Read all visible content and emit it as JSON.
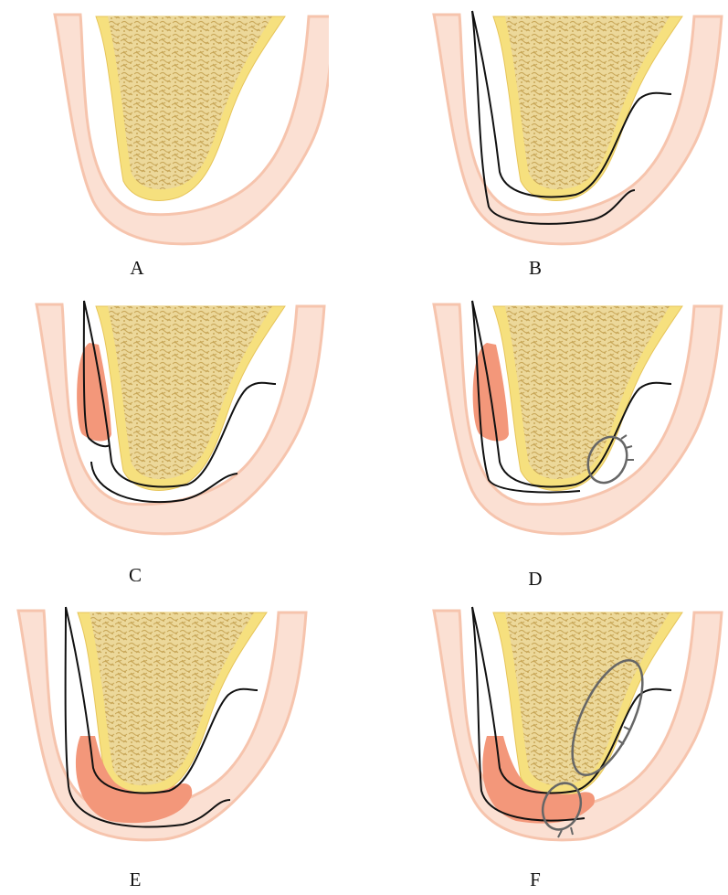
{
  "figure": {
    "panels": [
      {
        "id": "A",
        "label": "A",
        "membrane": false,
        "graft": "none",
        "sutures": "none"
      },
      {
        "id": "B",
        "label": "B",
        "membrane": true,
        "graft": "none",
        "sutures": "none"
      },
      {
        "id": "C",
        "label": "C",
        "membrane": true,
        "graft": "buccal",
        "sutures": "none"
      },
      {
        "id": "D",
        "label": "D",
        "membrane": true,
        "graft": "buccal",
        "sutures": "single"
      },
      {
        "id": "E",
        "label": "E",
        "membrane": true,
        "graft": "wrap",
        "sutures": "none"
      },
      {
        "id": "F",
        "label": "F",
        "membrane": true,
        "graft": "wrap-full",
        "sutures": "double"
      }
    ],
    "colors": {
      "gingiva": "#f6c4ad",
      "cortical_bone": "#f6e07e",
      "cancellous_bone": "#ecd89a",
      "trabecular_pattern": "#c9a85a",
      "graft": "#f3977a",
      "outline": "#111111",
      "suture": "#666666"
    }
  }
}
